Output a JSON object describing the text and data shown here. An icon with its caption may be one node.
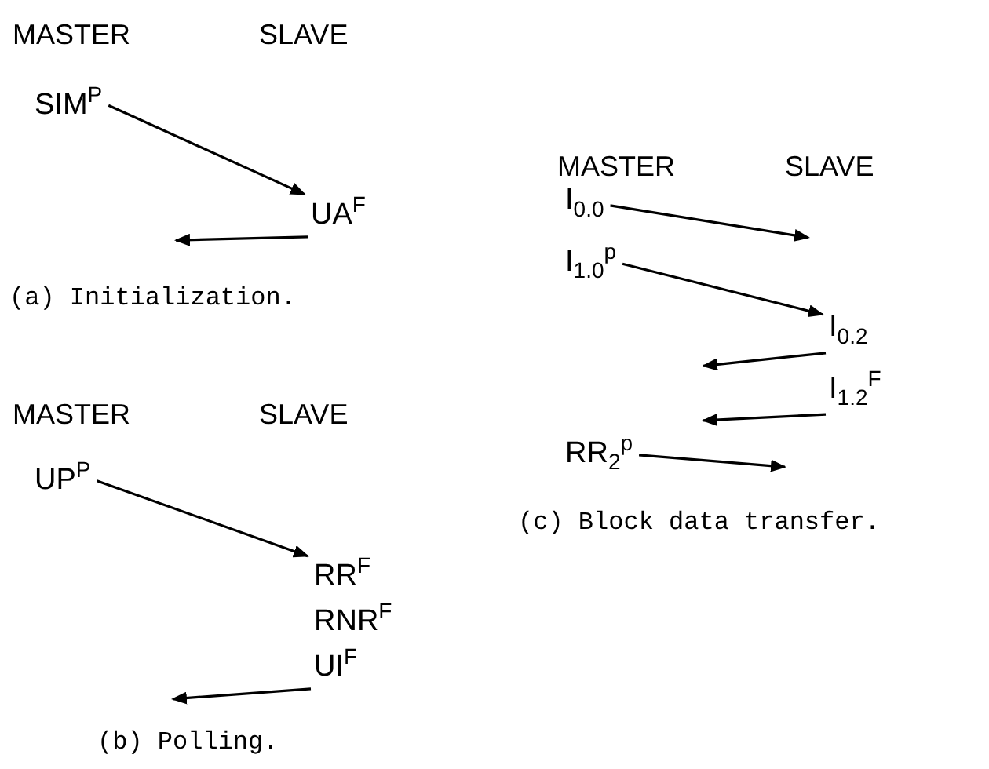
{
  "diagram": {
    "nodes": [
      {
        "text": [
          "SIM$^{P}$"
        ]
      },
      {
        "text": [
          "UA$^{F}$"
        ]
      },
      {
        "text": [
          "UP$^{P}$"
        ]
      },
      {
        "text": [
          "RR$^{F}$"
        ]
      },
      {
        "text": [
          "RNR$^{F}$"
        ]
      },
      {
        "text": [
          "UI$^{F}$"
        ]
      },
      {
        "text": [
          "I$_{0.0}$"
        ]
      },
      {
        "text": [
          "I$_{1.0}$$^{p}$"
        ]
      },
      {
        "text": [
          "I$_{0.2}$"
        ]
      },
      {
        "text": [
          "I$_{1.2}$$^{F}$"
        ]
      },
      {
        "text": [
          "RR$_{2}$$^{p}$"
        ]
      }
    ],
    "edges": [
      {
        "from": 0,
        "to": 1,
        "arrow": "to"
      },
      {
        "from": 1,
        "to": null,
        "arrow": "to"
      },
      {
        "from": 2,
        "to": 3,
        "arrow": "to"
      },
      {
        "from": 5,
        "to": null,
        "arrow": "to"
      },
      {
        "from": 6,
        "to": null,
        "arrow": "to"
      },
      {
        "from": 7,
        "to": 8,
        "arrow": "to"
      },
      {
        "from": 8,
        "to": null,
        "arrow": "to"
      },
      {
        "from": 9,
        "to": null,
        "arrow": "to"
      },
      {
        "from": 10,
        "to": null,
        "arrow": "to"
      }
    ],
    "labels": [
      "MASTER",
      "SLAVE",
      "MASTER",
      "SLAVE",
      "(a) Initialization.",
      "MASTER",
      "SLAVE",
      "(c) Block data transfer.",
      "(b) Polling."
    ]
  }
}
